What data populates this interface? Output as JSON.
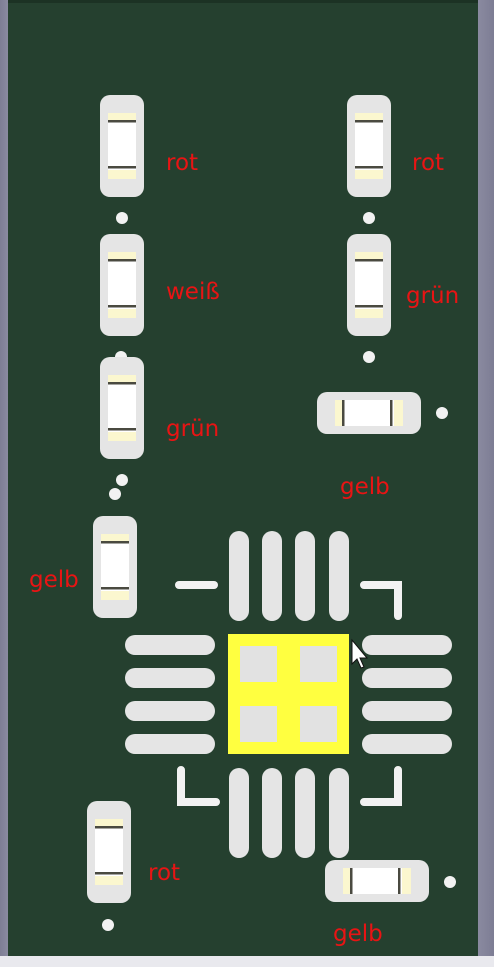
{
  "labels": {
    "r1": "rot",
    "r2": "weiß",
    "r3": "grün",
    "r4": "gelb",
    "r5": "rot",
    "r6": "rot",
    "r7": "grün",
    "r8": "gelb",
    "r9": "gelb"
  },
  "colors": {
    "board": "#25402f",
    "pad": "#e5e5e5",
    "silkscreen": "#f2f2f2",
    "exposed_pad": "#ffff40",
    "label": "#e81414",
    "led_body": "#fbf7cf"
  },
  "icons": {
    "cursor": "mouse-pointer-icon"
  }
}
